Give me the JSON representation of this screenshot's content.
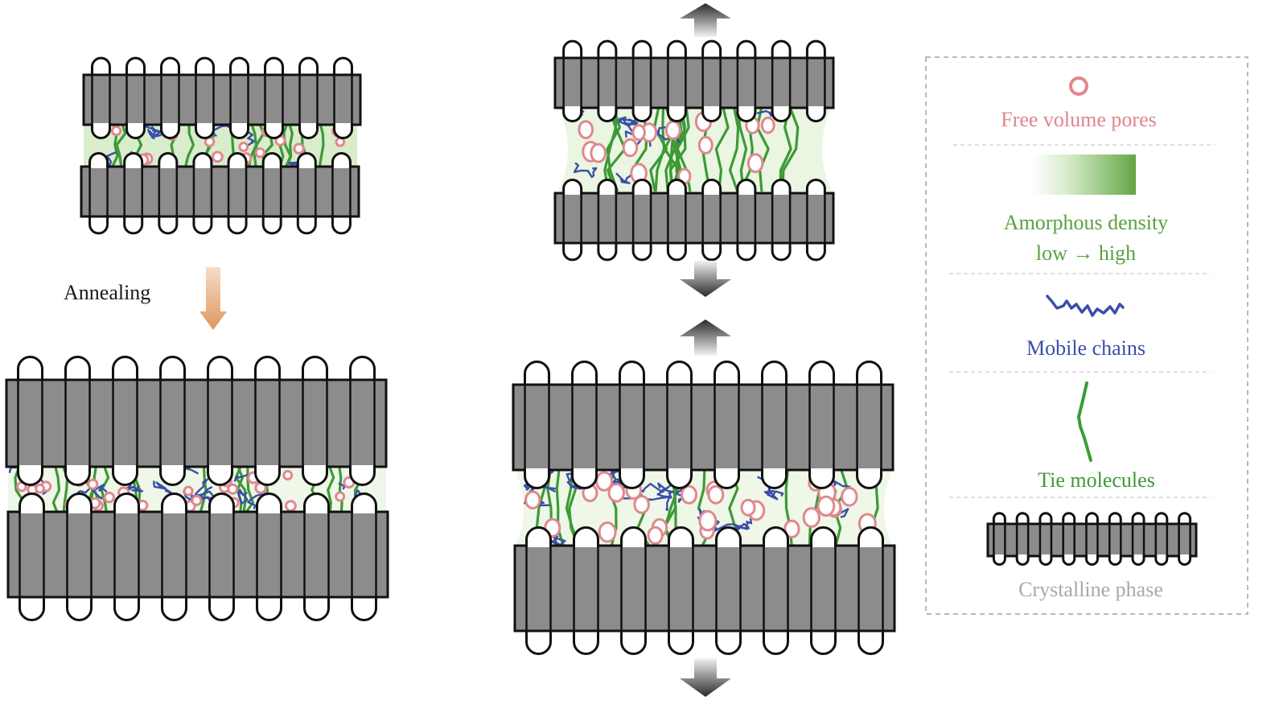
{
  "labels": {
    "annealing": "Annealing"
  },
  "legend": {
    "pores": "Free volume pores",
    "density_line1": "Amorphous density",
    "density_line2": "low → high",
    "mobile": "Mobile chains",
    "tie": "Tie molecules",
    "crystal": "Crystalline phase"
  },
  "colors": {
    "crystal_fill": "#8c8c8c",
    "crystal_stroke": "#111111",
    "pore": "#e0888e",
    "pore_text": "#e0868c",
    "mobile_chain": "#3a4ea8",
    "tie_molecule": "#3d9a35",
    "amorphous_low": "#f4faef",
    "amorphous_high": "#6aab4a",
    "crystal_text": "#a9a9a9",
    "anneal_arrow": "#e2a06c",
    "stretch_arrow": "#333333"
  }
}
